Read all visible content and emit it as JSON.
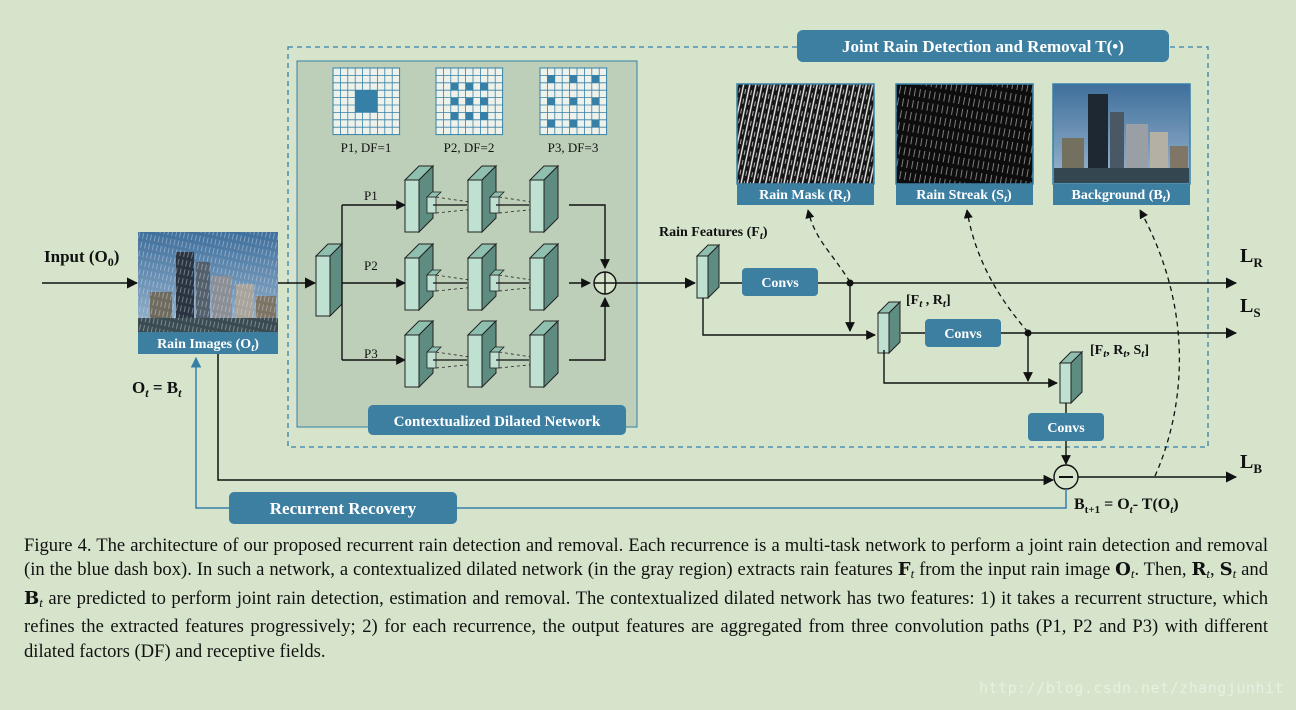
{
  "diagram": {
    "title": "Joint Rain Detection and Removal T(•)",
    "input_label": "Input (O",
    "input_sub": "0",
    "input_close": ")",
    "rain_images_label": "Rain Images (O",
    "rain_images_sub": "t",
    "rain_images_close": ")",
    "ot_eq": "O",
    "ot_eq_sub": "t",
    "ot_eq_rest": " = B",
    "ot_eq_sub2": "t",
    "cdn_label": "Contextualized Dilated Network",
    "recurrent_label": "Recurrent Recovery",
    "p1_label": "P1",
    "p2_label": "P2",
    "p3_label": "P3",
    "grid1_label": "P1, DF=1",
    "grid2_label": "P2, DF=2",
    "grid3_label": "P3, DF=3",
    "rain_features_label": "Rain Features (F",
    "rain_features_sub": "t",
    "rain_features_close": ")",
    "convs_label": "Convs",
    "ft_rt_label": "[F",
    "ft_rt_sub1": "t",
    "ft_rt_mid": " , R",
    "ft_rt_sub2": "t",
    "ft_rt_close": "]",
    "ft_rt_st_a": "[F",
    "ft_rt_st_sub1": "t",
    "ft_rt_st_b": ", R",
    "ft_rt_st_sub2": "t",
    "ft_rt_st_c": ", S",
    "ft_rt_st_sub3": "t",
    "ft_rt_st_d": "]",
    "rain_mask_label": "Rain Mask (R",
    "rain_streak_label": "Rain Streak (S",
    "background_label": "Background (B",
    "sub_t": "t",
    "close_paren": ")",
    "lr_main": "L",
    "lr_sub": "R",
    "ls_main": "L",
    "ls_sub": "S",
    "lb_main": "L",
    "lb_sub": "B",
    "bt1_a": "B",
    "bt1_sub": "t+1",
    "bt1_b": " = O",
    "bt1_sub2": "t",
    "bt1_c": "- T(O",
    "bt1_sub3": "t",
    "bt1_d": ")",
    "colors": {
      "background": "#d6e4cc",
      "panel": "#bdcfb8",
      "box_blue": "#3d7fa1",
      "dash_blue": "#3680a8",
      "layer_light": "#bfe1d2",
      "layer_dark": "#5e8c80"
    }
  },
  "caption": {
    "part1": "Figure 4. The architecture of our proposed recurrent rain detection and removal. Each recurrence is a multi-task network to perform a joint rain detection and removal (in the blue dash box). In such a network, a contextualized dilated network (in the gray region) extracts rain features ",
    "sym_f": "F",
    "sym_f_sub": "t",
    "part2": " from the input rain image ",
    "sym_o": "O",
    "sym_o_sub": "t",
    "part3": ". Then, ",
    "sym_r": "R",
    "sym_r_sub": "t",
    "part4": ", ",
    "sym_s": "S",
    "sym_s_sub": "t",
    "part5": " and ",
    "sym_b": "B",
    "sym_b_sub": "t",
    "part6": " are predicted to perform joint rain detection, estimation and removal. The contextualized dilated network has two features: 1) it takes a recurrent structure, which refines the extracted features progressively; 2) for each recurrence, the output features are aggregated from three convolution paths (P1, P2 and P3) with different dilated factors (DF) and receptive fields."
  },
  "watermark": "http://blog.csdn.net/zhangjunhit"
}
